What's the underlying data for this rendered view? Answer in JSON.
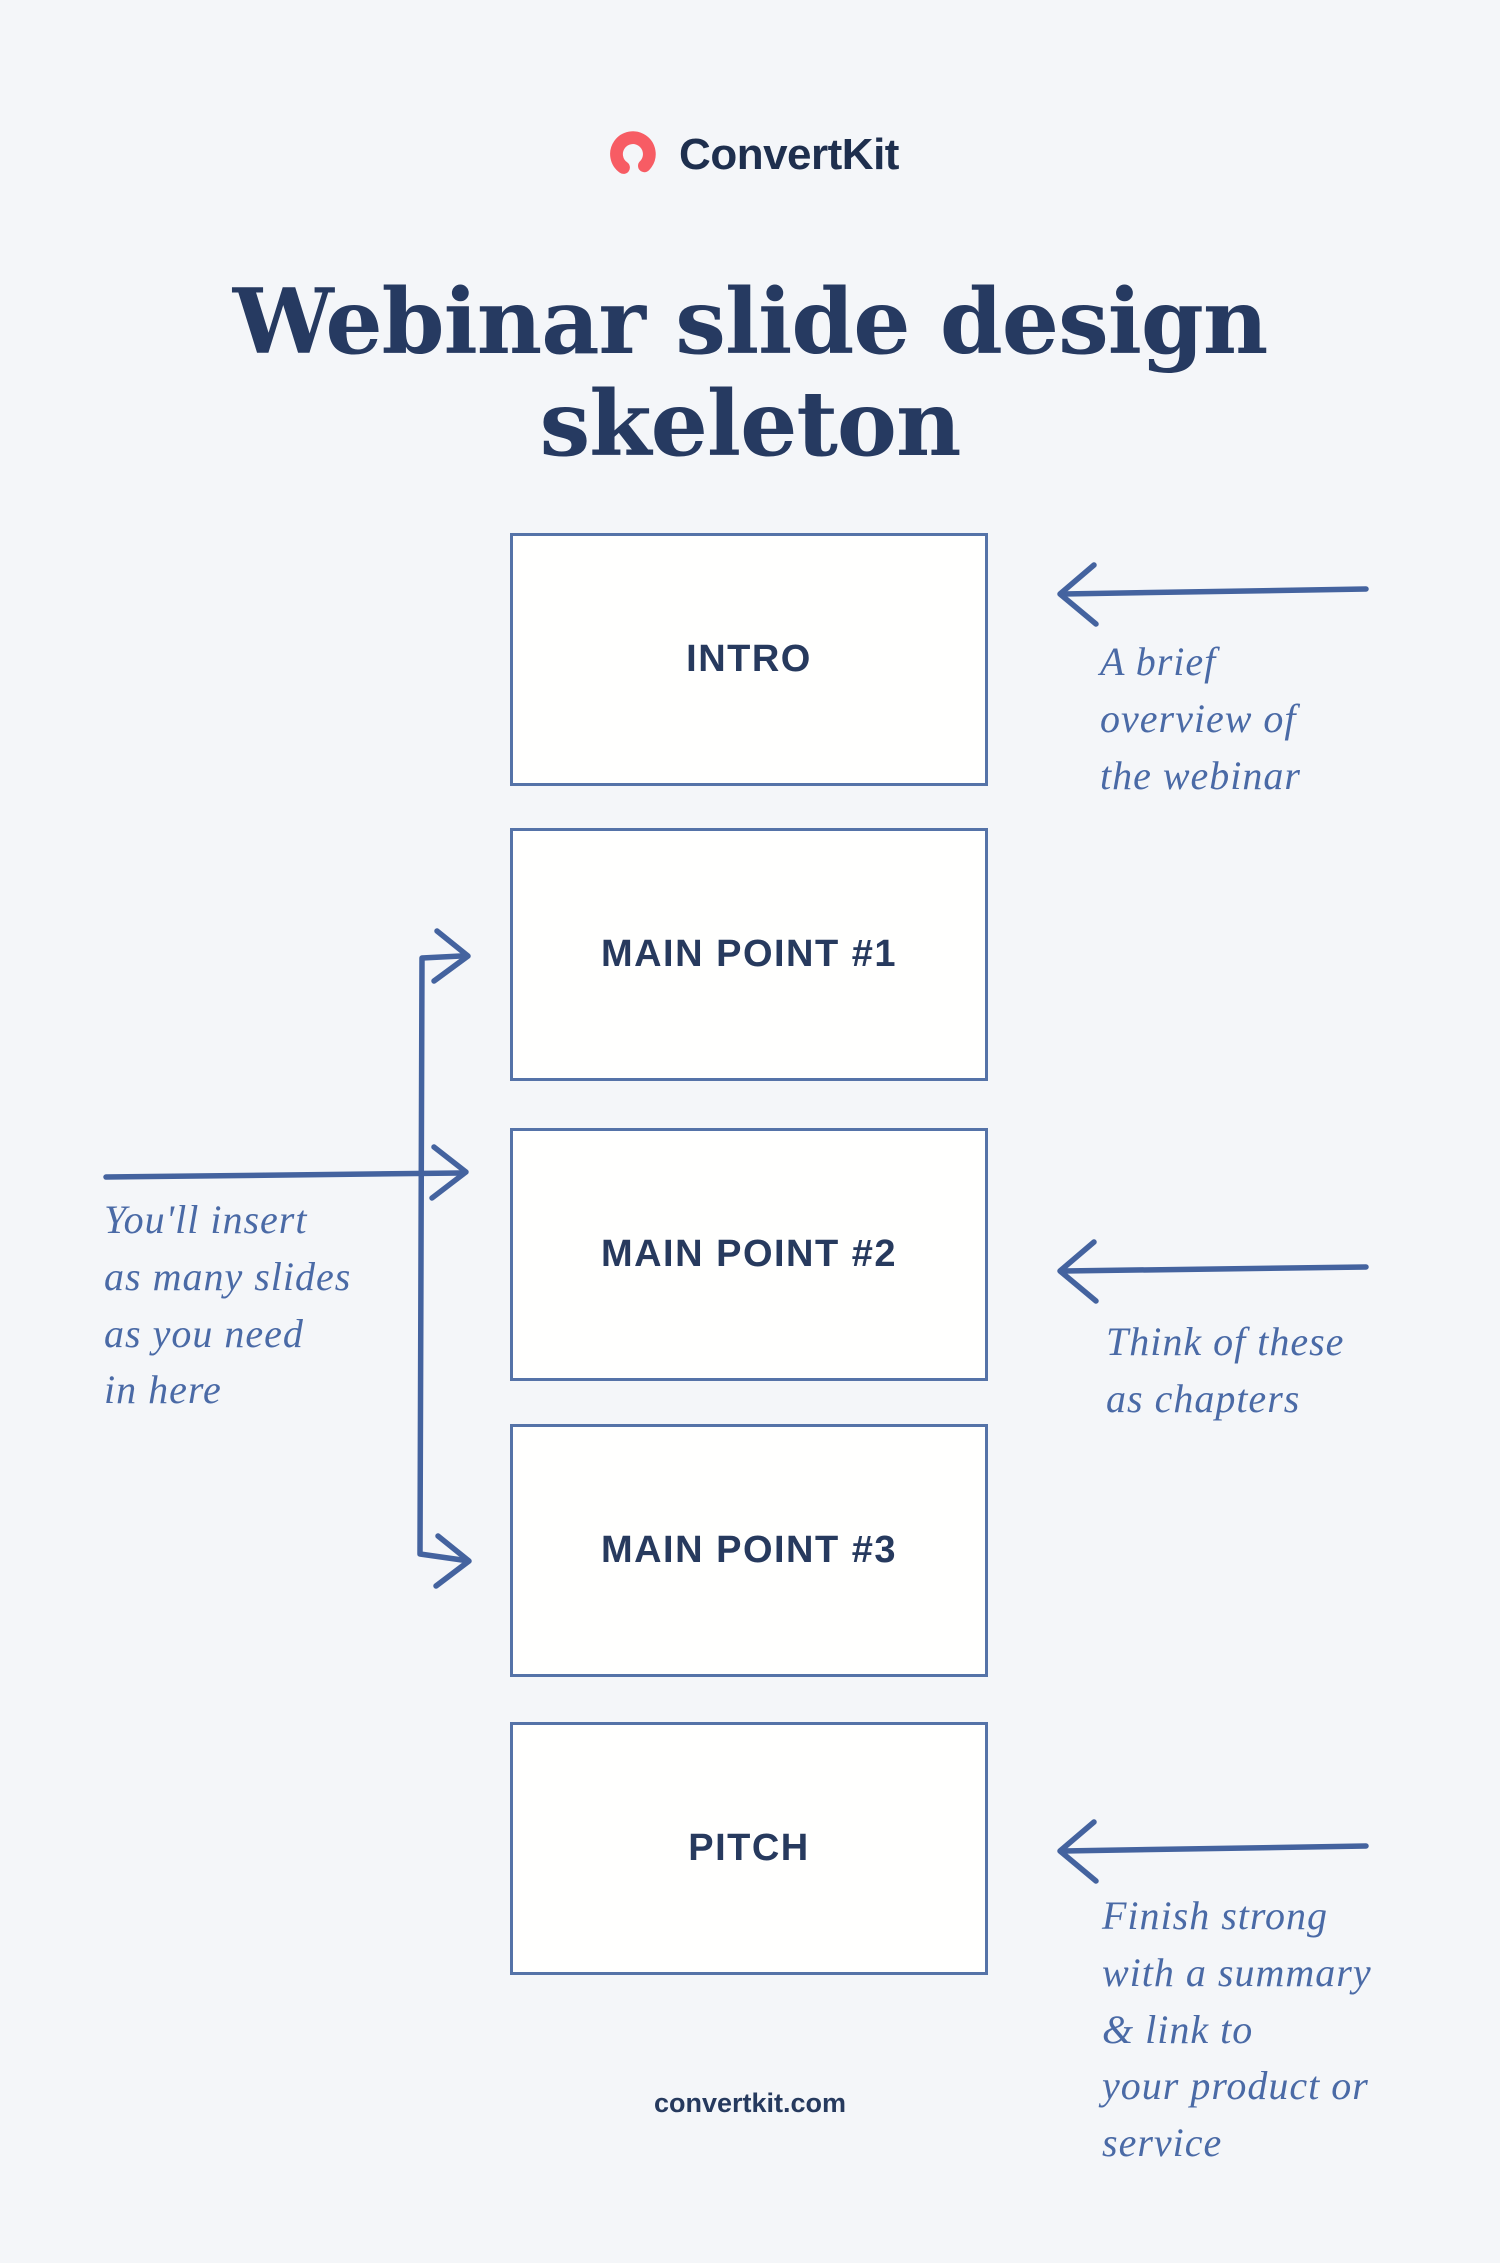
{
  "page": {
    "background_color": "#f4f6f9",
    "navy_text_color": "#263a61",
    "box_border_color": "#5573a8",
    "annotation_color": "#4a6aa6",
    "logo_red_color": "#f75c64"
  },
  "logo": {
    "brand_name": "ConvertKit",
    "icon": "convertkit-swirl-icon"
  },
  "title": {
    "text": "Webinar slide design skeleton"
  },
  "slides": [
    {
      "label": "INTRO"
    },
    {
      "label": "MAIN POINT #1"
    },
    {
      "label": "MAIN POINT #2"
    },
    {
      "label": "MAIN POINT #3"
    },
    {
      "label": "PITCH"
    }
  ],
  "annotations": {
    "intro_note": "A brief\noverview of\nthe webinar",
    "left_note": "You'll insert\nas many slides\nas you need\nin here",
    "chapters_note": "Think of these\nas chapters",
    "pitch_note": "Finish strong\nwith a summary\n& link to\nyour product or\nservice"
  },
  "footer": {
    "url": "convertkit.com"
  }
}
